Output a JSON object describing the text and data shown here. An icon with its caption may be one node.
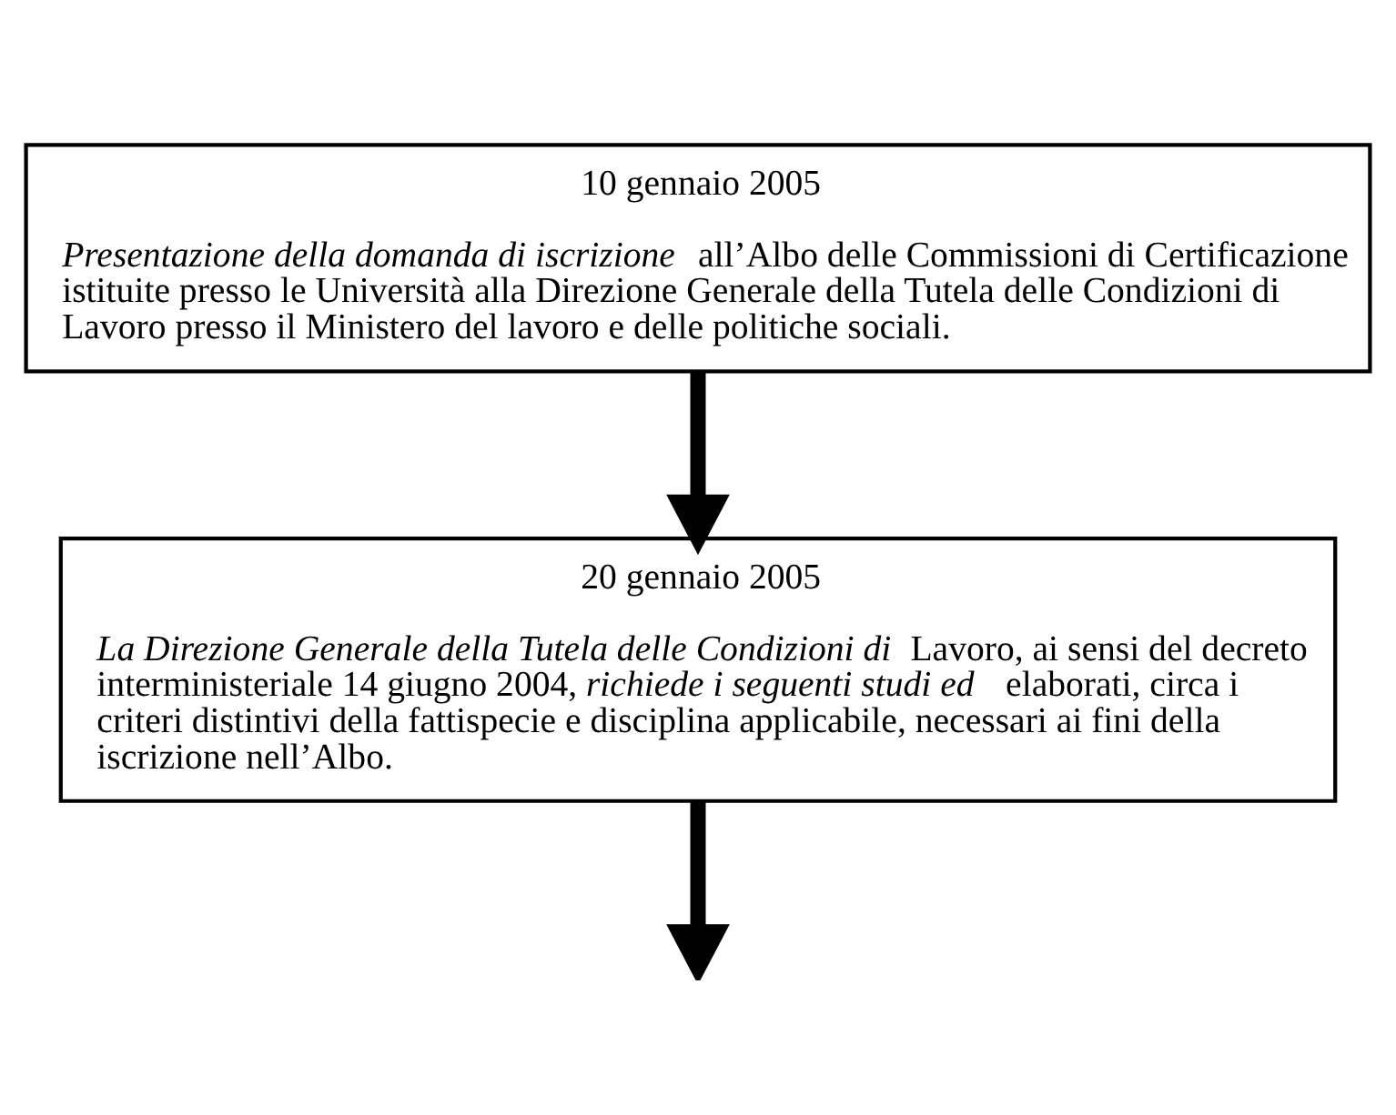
{
  "diagram": {
    "nodes": [
      {
        "text": [
          "10 gennaio 2005",
          "*Presentazione della domanda di iscrizione* all’Albo delle Commissioni di Certificazione istituite presso le Università alla Direzione Generale della Tutela delle Condizioni di Lavoro presso il Ministero del lavoro e delle politiche sociali."
        ]
      },
      {
        "text": [
          "20 gennaio 2005",
          "*La Direzione Generale della Tutela delle Condizioni di Lavoro*, ai sensi del decreto interministeriale 14 giugno 2004, *richiede i seguenti studi ed elaborati*, circa i criteri distintivi della fattispecie e disciplina applicabile, necessari ai fini della iscrizione nell’Albo."
        ]
      }
    ],
    "edges": [
      {
        "from": 0,
        "to": 1,
        "arrow": "to"
      },
      {
        "from": 1,
        "to": null,
        "arrow": "to"
      }
    ]
  }
}
